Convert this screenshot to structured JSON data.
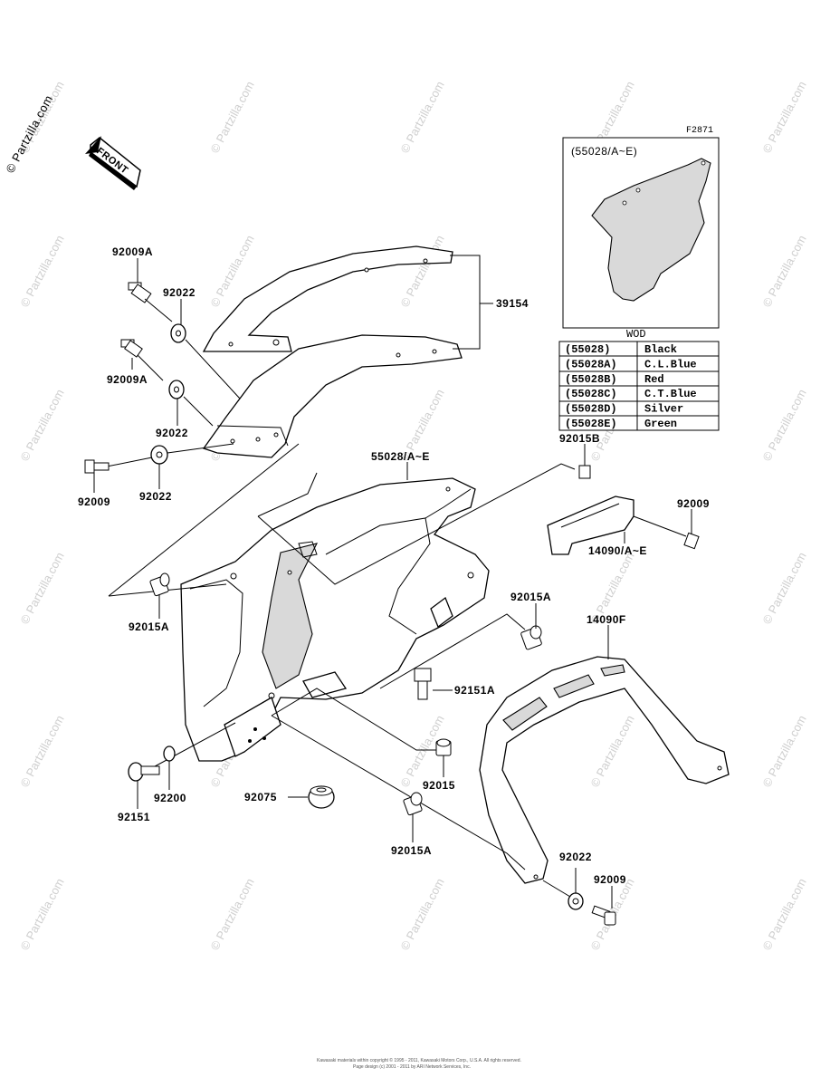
{
  "site_mark": "© Partzilla.com",
  "watermark_text": "© Partzilla.com",
  "figure_id": "F2871",
  "front_label": "FRONT",
  "parts": {
    "p39154": "39154",
    "p92009A_1": "92009A",
    "p92009A_2": "92009A",
    "p92022_1": "92022",
    "p92022_2": "92022",
    "p92022_3": "92022",
    "p92022_4": "92022",
    "p92009_1": "92009",
    "p92009_2": "92009",
    "p92009_3": "92009",
    "p55028": "55028/A~E",
    "p92015B": "92015B",
    "p14090": "14090/A~E",
    "p92015A_1": "92015A",
    "p92015A_2": "92015A",
    "p92015A_3": "92015A",
    "p14090F": "14090F",
    "p92151A": "92151A",
    "p92015": "92015",
    "p92151": "92151",
    "p92200": "92200",
    "p92075": "92075"
  },
  "inset": {
    "title": "(55028/A~E)"
  },
  "color_table": {
    "header": "WOD",
    "rows": [
      {
        "code": "(55028)",
        "color": "Black"
      },
      {
        "code": "(55028A)",
        "color": "C.L.Blue"
      },
      {
        "code": "(55028B)",
        "color": "Red"
      },
      {
        "code": "(55028C)",
        "color": "C.T.Blue"
      },
      {
        "code": "(55028D)",
        "color": "Silver"
      },
      {
        "code": "(55028E)",
        "color": "Green"
      }
    ]
  },
  "footer_line1": "Kawasaki materials within copyright © 1995 - 2011, Kawasaki Motors Corp., U.S.A. All rights reserved.",
  "footer_line2": "Page design (c) 2001 - 2011 by ARI Network Services, Inc."
}
